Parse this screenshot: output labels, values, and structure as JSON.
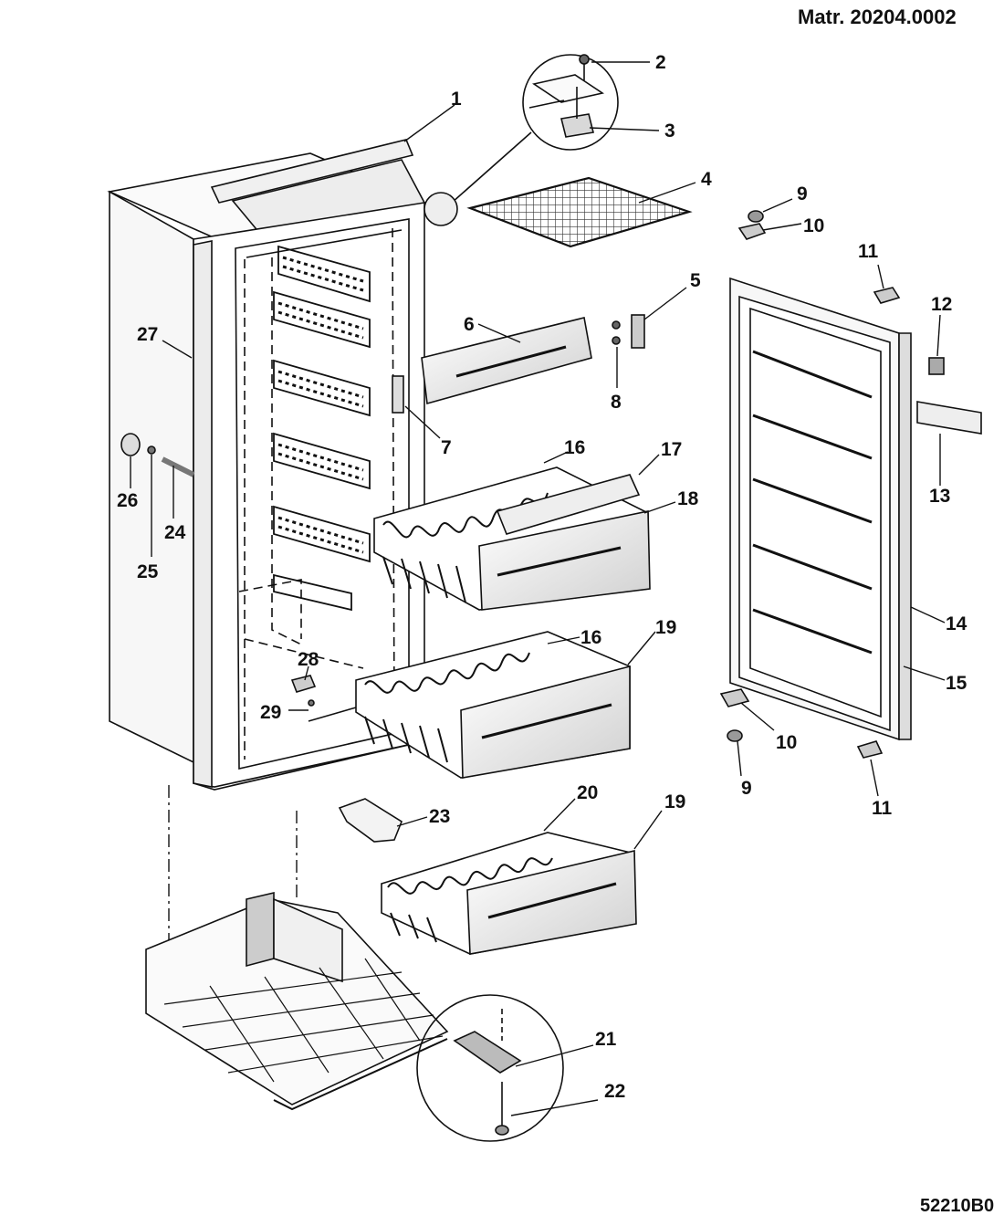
{
  "header": {
    "model_code": "Matr. 20204.0002"
  },
  "footer": {
    "drawing_code": "52210B0"
  },
  "callouts": {
    "c1": "1",
    "c2": "2",
    "c3": "3",
    "c4": "4",
    "c5": "5",
    "c6": "6",
    "c7": "7",
    "c8": "8",
    "c9a": "9",
    "c9b": "9",
    "c10a": "10",
    "c10b": "10",
    "c11a": "11",
    "c11b": "11",
    "c12": "12",
    "c13": "13",
    "c14": "14",
    "c15": "15",
    "c16a": "16",
    "c16b": "16",
    "c17": "17",
    "c18": "18",
    "c19a": "19",
    "c19b": "19",
    "c20": "20",
    "c21": "21",
    "c22": "22",
    "c23": "23",
    "c24": "24",
    "c25": "25",
    "c26": "26",
    "c27": "27",
    "c28": "28",
    "c29": "29"
  }
}
